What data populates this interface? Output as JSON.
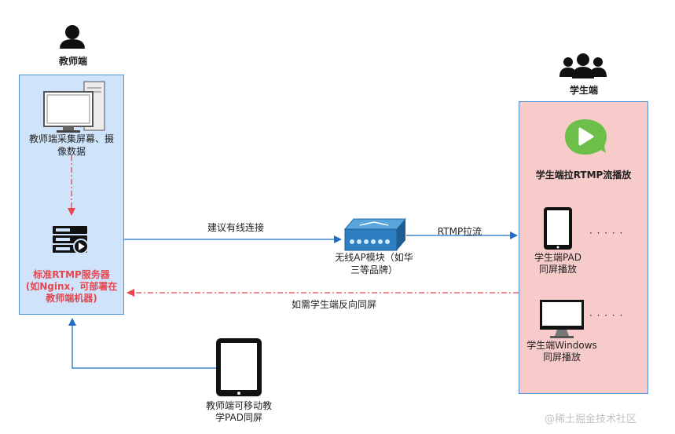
{
  "teacher": {
    "role_label": "教师端",
    "capture_label_line1": "教师端采集屏幕、摄",
    "capture_label_line2": "像数据",
    "server_label_line1": "标准RTMP服务器",
    "server_label_line2": "(如Nginx，可部署在",
    "server_label_line3": "教师端机器)",
    "mobile_pad_line1": "教师端可移动教",
    "mobile_pad_line2": "学PAD同屏"
  },
  "student": {
    "role_label": "学生端",
    "pull_label": "学生端拉RTMP流播放",
    "pad_line1": "学生端PAD",
    "pad_line2": "同屏播放",
    "windows_line1": "学生端Windows",
    "windows_line2": "同屏播放",
    "ellipsis": "· · · · ·"
  },
  "ap": {
    "line1": "无线AP模块（如华",
    "line2": "三等品牌）"
  },
  "connections": {
    "wired": "建议有线连接",
    "rtmp_pull": "RTMP拉流",
    "reverse": "如需学生端反向同屏"
  },
  "watermark": "@稀土掘金技术社区",
  "colors": {
    "teacher_bg": "#cfe4fb",
    "student_bg": "#f8cbcb",
    "panel_border": "#4f8fd7",
    "arrow_blue": "#1e6ec8",
    "arrow_red": "#e8464e",
    "server_text": "#e8464e",
    "player_green": "#6cc04a"
  }
}
